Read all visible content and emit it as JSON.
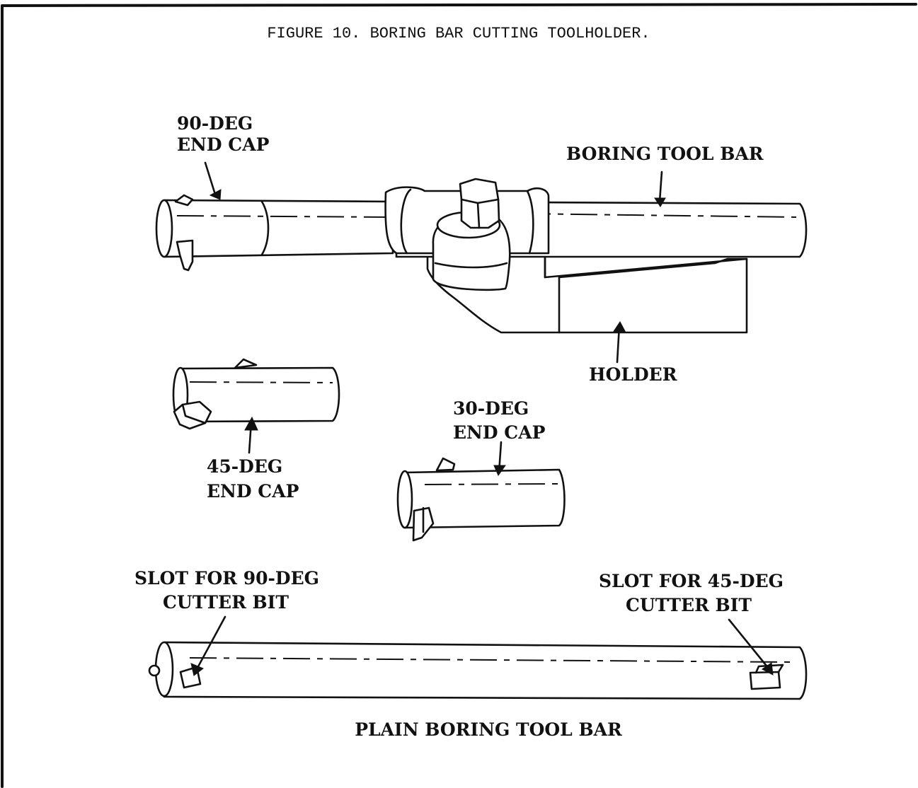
{
  "figure": {
    "caption": "FIGURE 10.  BORING BAR CUTTING TOOLHOLDER."
  },
  "labels": {
    "end_cap_90_line1": "90-DEG",
    "end_cap_90_line2": "END CAP",
    "boring_tool_bar": "BORING TOOL BAR",
    "holder": "HOLDER",
    "end_cap_45_line1": "45-DEG",
    "end_cap_45_line2": "END CAP",
    "end_cap_30_line1": "30-DEG",
    "end_cap_30_line2": "END CAP",
    "slot_90_line1": "SLOT FOR 90-DEG",
    "slot_90_line2": "CUTTER BIT",
    "slot_45_line1": "SLOT FOR 45-DEG",
    "slot_45_line2": "CUTTER BIT",
    "plain_bar": "PLAIN BORING TOOL BAR"
  },
  "colors": {
    "ink": "#111111",
    "paper": "#ffffff"
  }
}
